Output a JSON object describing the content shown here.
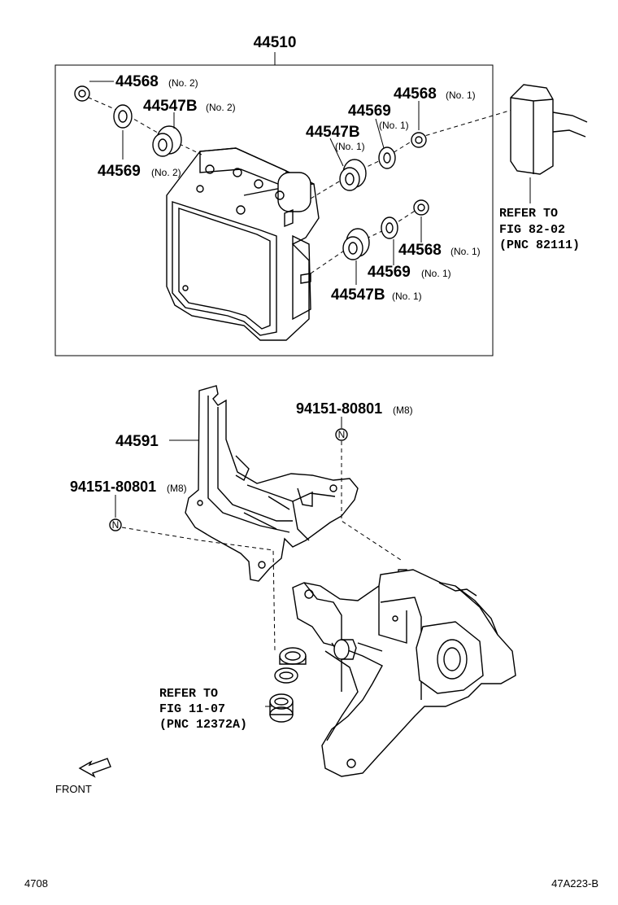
{
  "labels": {
    "assembly": "44510",
    "l1_num": "44568",
    "l1_sub": "(No. 2)",
    "l2_num": "44547B",
    "l2_sub": "(No. 2)",
    "l3_num": "44569",
    "l3_sub": "(No. 2)",
    "l4_num": "44568",
    "l4_sub": "(No. 1)",
    "l5_num": "44569",
    "l5_sub": "(No. 1)",
    "l6_num": "44547B",
    "l6_sub": "(No. 1)",
    "l7_num": "44568",
    "l7_sub": "(No. 1)",
    "l8_num": "44569",
    "l8_sub": "(No. 1)",
    "l9_num": "44547B",
    "l9_sub": "(No. 1)",
    "bracket": "44591",
    "bolt1_num": "94151-80801",
    "bolt1_sub": "(M8)",
    "bolt2_num": "94151-80801",
    "bolt2_sub": "(M8)",
    "bolt_marker": "N"
  },
  "refs": {
    "ref1_line1": "REFER TO",
    "ref1_line2": "FIG 82-02",
    "ref1_line3": "(PNC 82111)",
    "ref2_line1": "REFER TO",
    "ref2_line2": "FIG 11-07",
    "ref2_line3": "(PNC 12372A)"
  },
  "footer": {
    "front": "FRONT",
    "page": "4708",
    "figure_code": "47A223-B"
  }
}
